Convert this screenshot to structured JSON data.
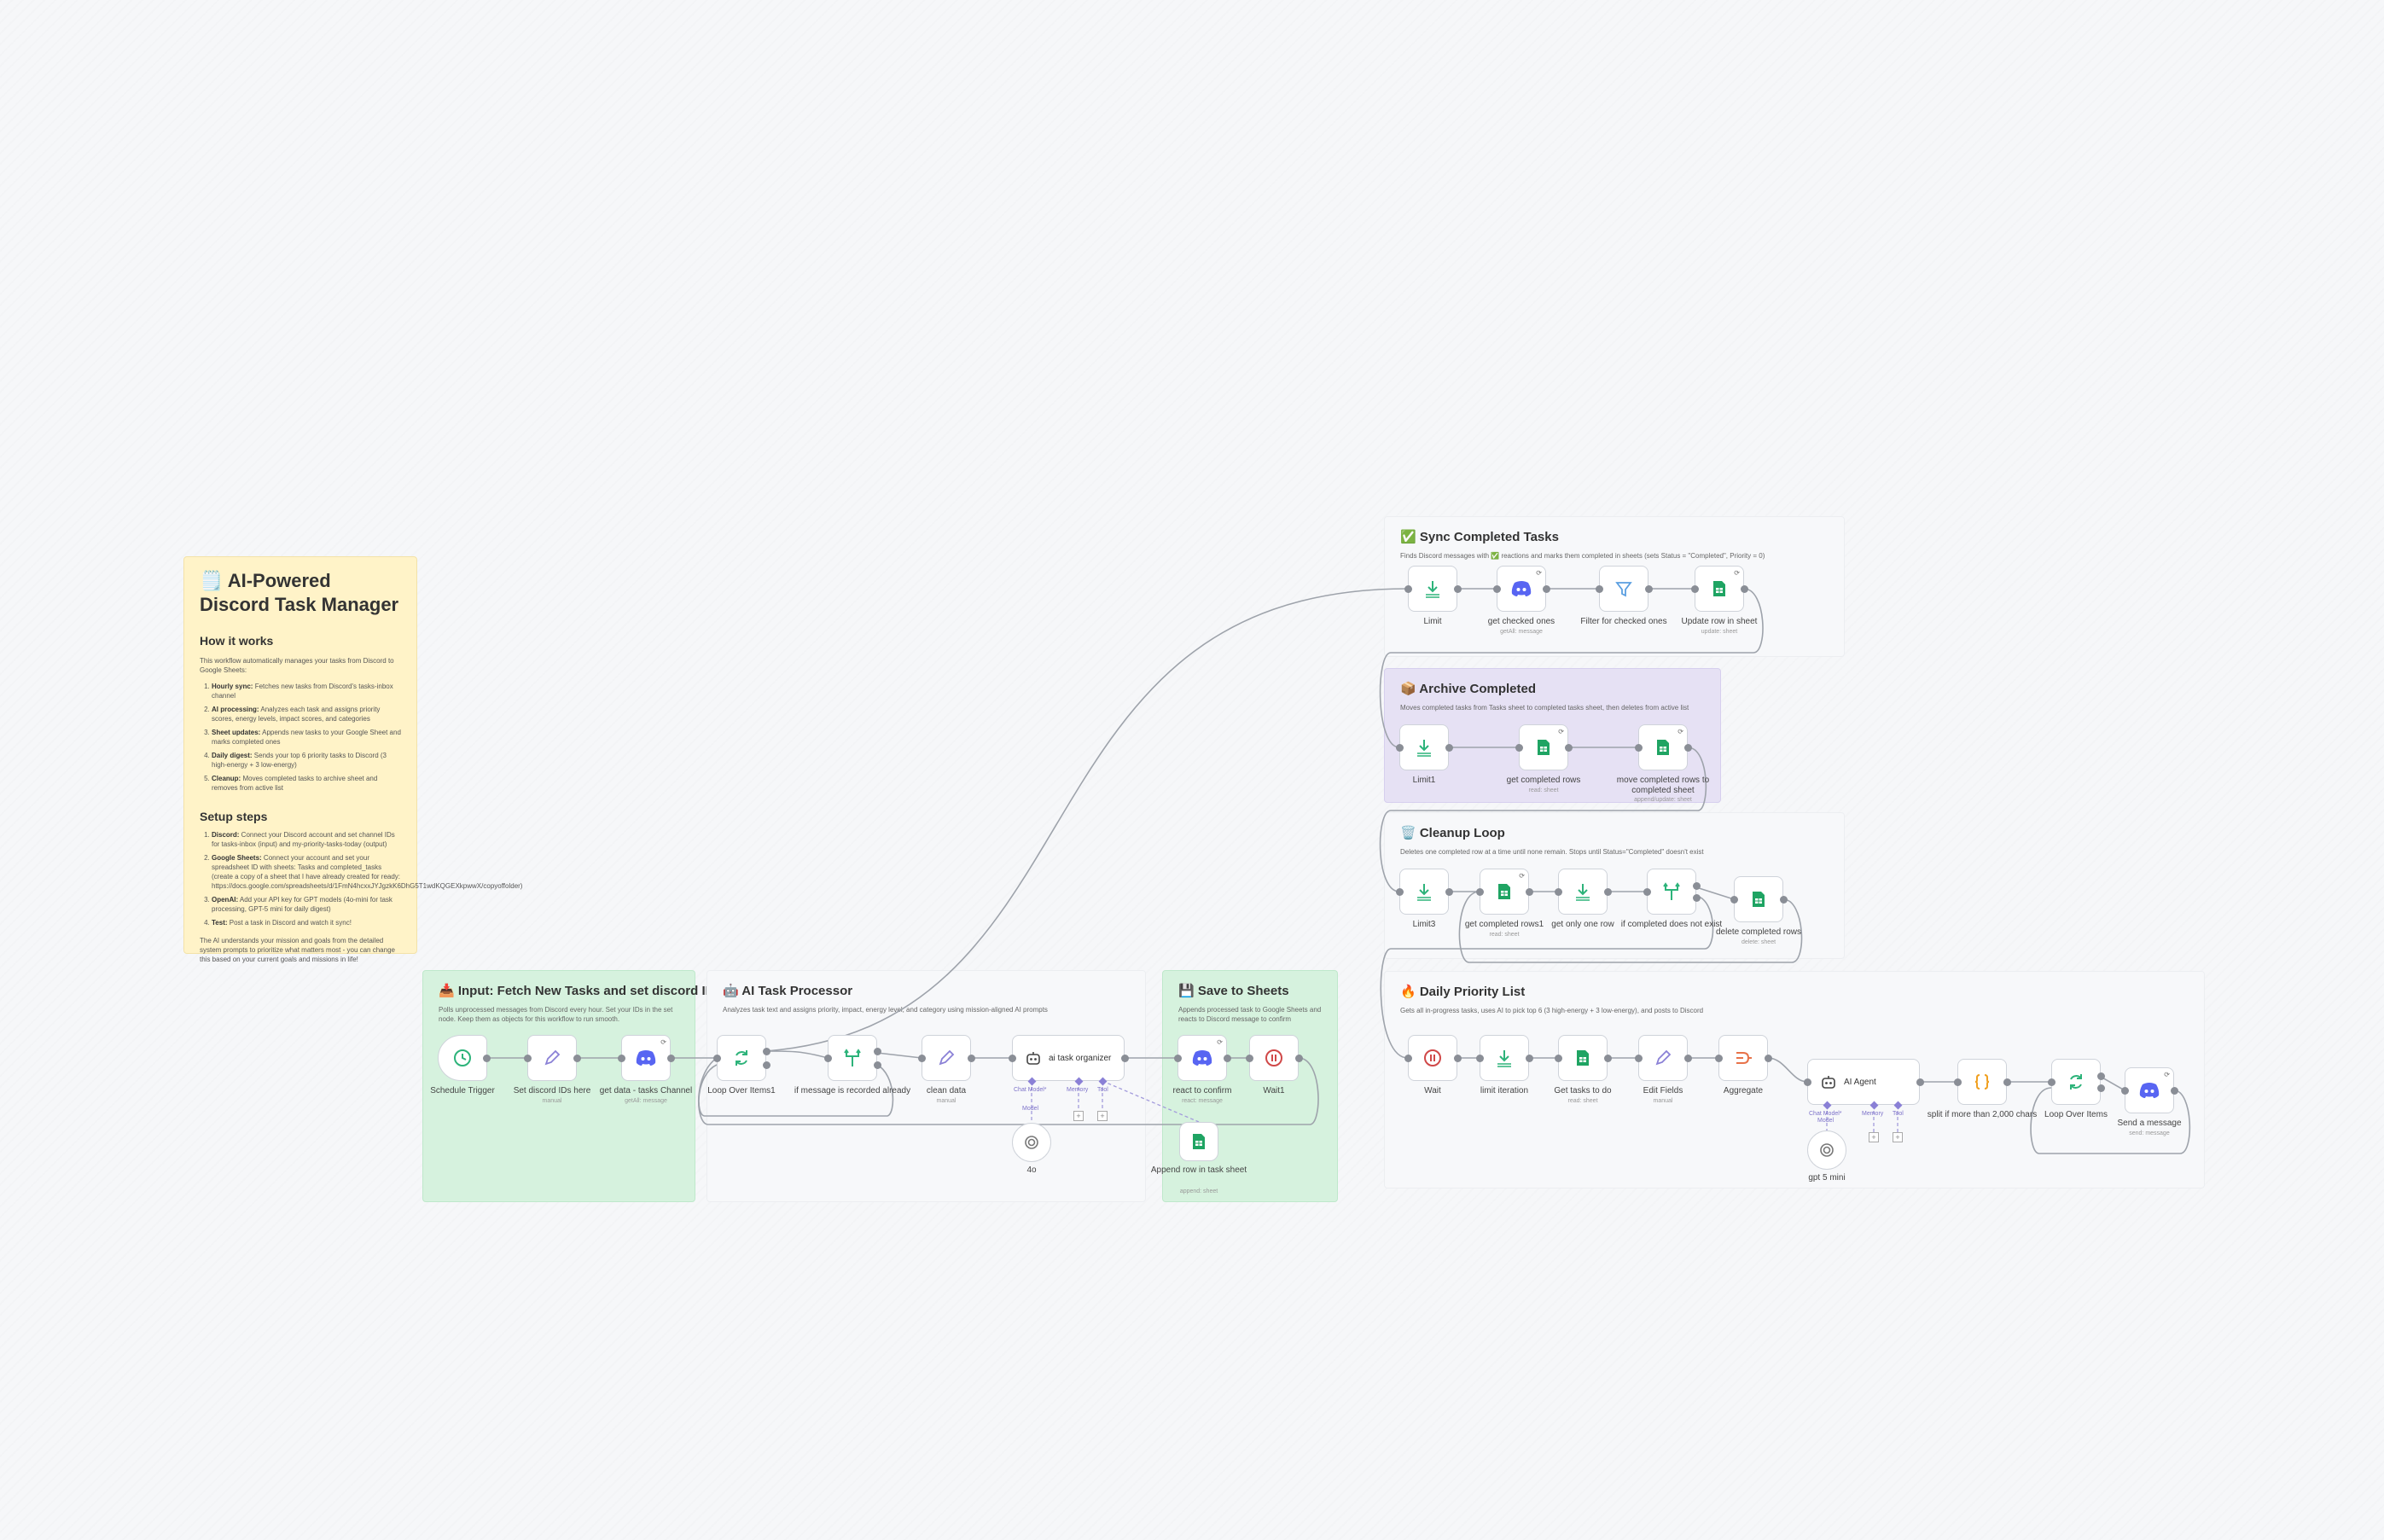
{
  "main_note": {
    "title": "🗒️ AI-Powered Discord Task Manager",
    "how_heading": "How it works",
    "how_intro": "This workflow automatically manages your tasks from Discord to Google Sheets:",
    "how_items": [
      {
        "b": "Hourly sync:",
        "t": " Fetches new tasks from Discord's tasks-inbox channel"
      },
      {
        "b": "AI processing:",
        "t": " Analyzes each task and assigns priority scores, energy levels, impact scores, and categories"
      },
      {
        "b": "Sheet updates:",
        "t": " Appends new tasks to your Google Sheet and marks completed ones"
      },
      {
        "b": "Daily digest:",
        "t": " Sends your top 6 priority tasks to Discord (3 high-energy + 3 low-energy)"
      },
      {
        "b": "Cleanup:",
        "t": " Moves completed tasks to archive sheet and removes from active list"
      }
    ],
    "setup_heading": "Setup steps",
    "setup_items": [
      {
        "b": "Discord:",
        "t": " Connect your Discord account and set channel IDs for tasks-inbox (input) and my-priority-tasks-today (output)"
      },
      {
        "b": "Google Sheets:",
        "t": " Connect your account and set your spreadsheet ID with sheets: Tasks and completed_tasks (create a copy of a sheet that I have already created for ready: https://docs.google.com/spreadsheets/d/1FmN4hcxxJYJgzkK6DhG5T1wdKQGEXkpwwX/copyoffolder)"
      },
      {
        "b": "OpenAI:",
        "t": " Add your API key for GPT models (4o-mini for task processing, GPT-5 mini for daily digest)"
      },
      {
        "b": "Test:",
        "t": " Post a task in Discord and watch it sync!"
      }
    ],
    "footer": "The AI understands your mission and goals from the detailed system prompts to prioritize what matters most - you can change this based on your current goals and missions in life!"
  },
  "groups": [
    {
      "id": "input",
      "title": "📥 Input: Fetch New Tasks and set discord IDs",
      "desc": "Polls unprocessed messages from Discord every hour. Set your IDs in the set node. Keep them as objects for this workflow to run smooth."
    },
    {
      "id": "ai",
      "title": "🤖 AI Task Processor",
      "desc": "Analyzes task text and assigns priority, impact, energy level, and category using mission-aligned AI prompts"
    },
    {
      "id": "save",
      "title": "💾 Save to Sheets",
      "desc": "Appends processed task to Google Sheets and reacts to Discord message to confirm"
    },
    {
      "id": "sync",
      "title": "✅ Sync Completed Tasks",
      "desc": "Finds Discord messages with ✅ reactions and marks them completed in sheets (sets Status = \"Completed\", Priority = 0)"
    },
    {
      "id": "archive",
      "title": "📦 Archive Completed",
      "desc": "Moves completed tasks from Tasks sheet to completed tasks sheet, then deletes from active list"
    },
    {
      "id": "cleanup",
      "title": "🗑️ Cleanup Loop",
      "desc": "Deletes one completed row at a time until none remain. Stops until Status=\"Completed\" doesn't exist"
    },
    {
      "id": "daily",
      "title": "🔥 Daily Priority List",
      "desc": "Gets all in-progress tasks, uses AI to pick top 6 (3 high-energy + 3 low-energy), and posts to Discord"
    }
  ],
  "nodes": [
    {
      "id": "schedule",
      "label": "Schedule Trigger",
      "sub": "",
      "icon": "clock-icon"
    },
    {
      "id": "set-ids",
      "label": "Set discord IDs here",
      "sub": "manual",
      "icon": "pencil-icon"
    },
    {
      "id": "get-data",
      "label": "get data - tasks Channel",
      "sub": "getAll: message",
      "icon": "discord-icon"
    },
    {
      "id": "loop1",
      "label": "Loop Over Items1",
      "sub": "",
      "icon": "loop-icon"
    },
    {
      "id": "if-recorded",
      "label": "if message is recorded already",
      "sub": "",
      "icon": "if-icon"
    },
    {
      "id": "clean",
      "label": "clean data",
      "sub": "manual",
      "icon": "pencil-icon"
    },
    {
      "id": "organizer",
      "label": "ai task organizer",
      "sub": "",
      "icon": "robot-icon"
    },
    {
      "id": "react",
      "label": "react to confirm",
      "sub": "react: message",
      "icon": "discord-icon"
    },
    {
      "id": "wait1",
      "label": "Wait1",
      "sub": "",
      "icon": "pause-icon"
    },
    {
      "id": "append",
      "label": "Append row in task sheet",
      "sub": "append: sheet",
      "icon": "sheets-icon"
    },
    {
      "id": "model4o",
      "label": "4o",
      "sub": "",
      "icon": "openai-icon"
    },
    {
      "id": "limit",
      "label": "Limit",
      "sub": "",
      "icon": "limit-icon"
    },
    {
      "id": "get-checked",
      "label": "get checked ones",
      "sub": "getAll: message",
      "icon": "discord-icon"
    },
    {
      "id": "filter",
      "label": "Filter for checked ones",
      "sub": "",
      "icon": "filter-icon"
    },
    {
      "id": "update-row",
      "label": "Update row in sheet",
      "sub": "update: sheet",
      "icon": "sheets-icon"
    },
    {
      "id": "limit1",
      "label": "Limit1",
      "sub": "",
      "icon": "limit-icon"
    },
    {
      "id": "get-completed",
      "label": "get completed rows",
      "sub": "read: sheet",
      "icon": "sheets-icon"
    },
    {
      "id": "move-completed",
      "label": "move completed rows to completed sheet",
      "sub": "append/update: sheet",
      "icon": "sheets-icon"
    },
    {
      "id": "limit3",
      "label": "Limit3",
      "sub": "",
      "icon": "limit-icon"
    },
    {
      "id": "get-completed1",
      "label": "get completed rows1",
      "sub": "read: sheet",
      "icon": "sheets-icon"
    },
    {
      "id": "get-one",
      "label": "get only one row",
      "sub": "",
      "icon": "limit-icon"
    },
    {
      "id": "if-not-exist",
      "label": "if completed does not exist",
      "sub": "",
      "icon": "if-icon"
    },
    {
      "id": "delete-completed",
      "label": "delete completed rows",
      "sub": "delete: sheet",
      "icon": "sheets-icon"
    },
    {
      "id": "wait",
      "label": "Wait",
      "sub": "",
      "icon": "pause-icon"
    },
    {
      "id": "limit-iter",
      "label": "limit iteration",
      "sub": "",
      "icon": "limit-icon"
    },
    {
      "id": "get-todo",
      "label": "Get tasks to do",
      "sub": "read: sheet",
      "icon": "sheets-icon"
    },
    {
      "id": "edit-fields",
      "label": "Edit Fields",
      "sub": "manual",
      "icon": "pencil-icon"
    },
    {
      "id": "aggregate",
      "label": "Aggregate",
      "sub": "",
      "icon": "aggregate-icon"
    },
    {
      "id": "ai-agent",
      "label": "AI Agent",
      "sub": "",
      "icon": "robot-icon"
    },
    {
      "id": "split",
      "label": "split if more than 2,000 chars",
      "sub": "",
      "icon": "code-icon"
    },
    {
      "id": "loop-over",
      "label": "Loop Over Items",
      "sub": "",
      "icon": "loop-icon"
    },
    {
      "id": "send-msg",
      "label": "Send a message",
      "sub": "send: message",
      "icon": "discord-icon"
    },
    {
      "id": "gpt5",
      "label": "gpt 5 mini",
      "sub": "",
      "icon": "openai-icon"
    }
  ],
  "port_labels": {
    "chat_model": "Chat Model*",
    "model": "Model",
    "memory": "Memory",
    "tool": "Tool"
  },
  "colors": {
    "discord": "#5865f2",
    "sheets": "#1fa463",
    "n8n_green": "#2db37a",
    "purple": "#8a80d6",
    "pause": "#d04848",
    "aggregate": "#e8734a",
    "code": "#f0a020",
    "edge": "#9ea3ab"
  }
}
